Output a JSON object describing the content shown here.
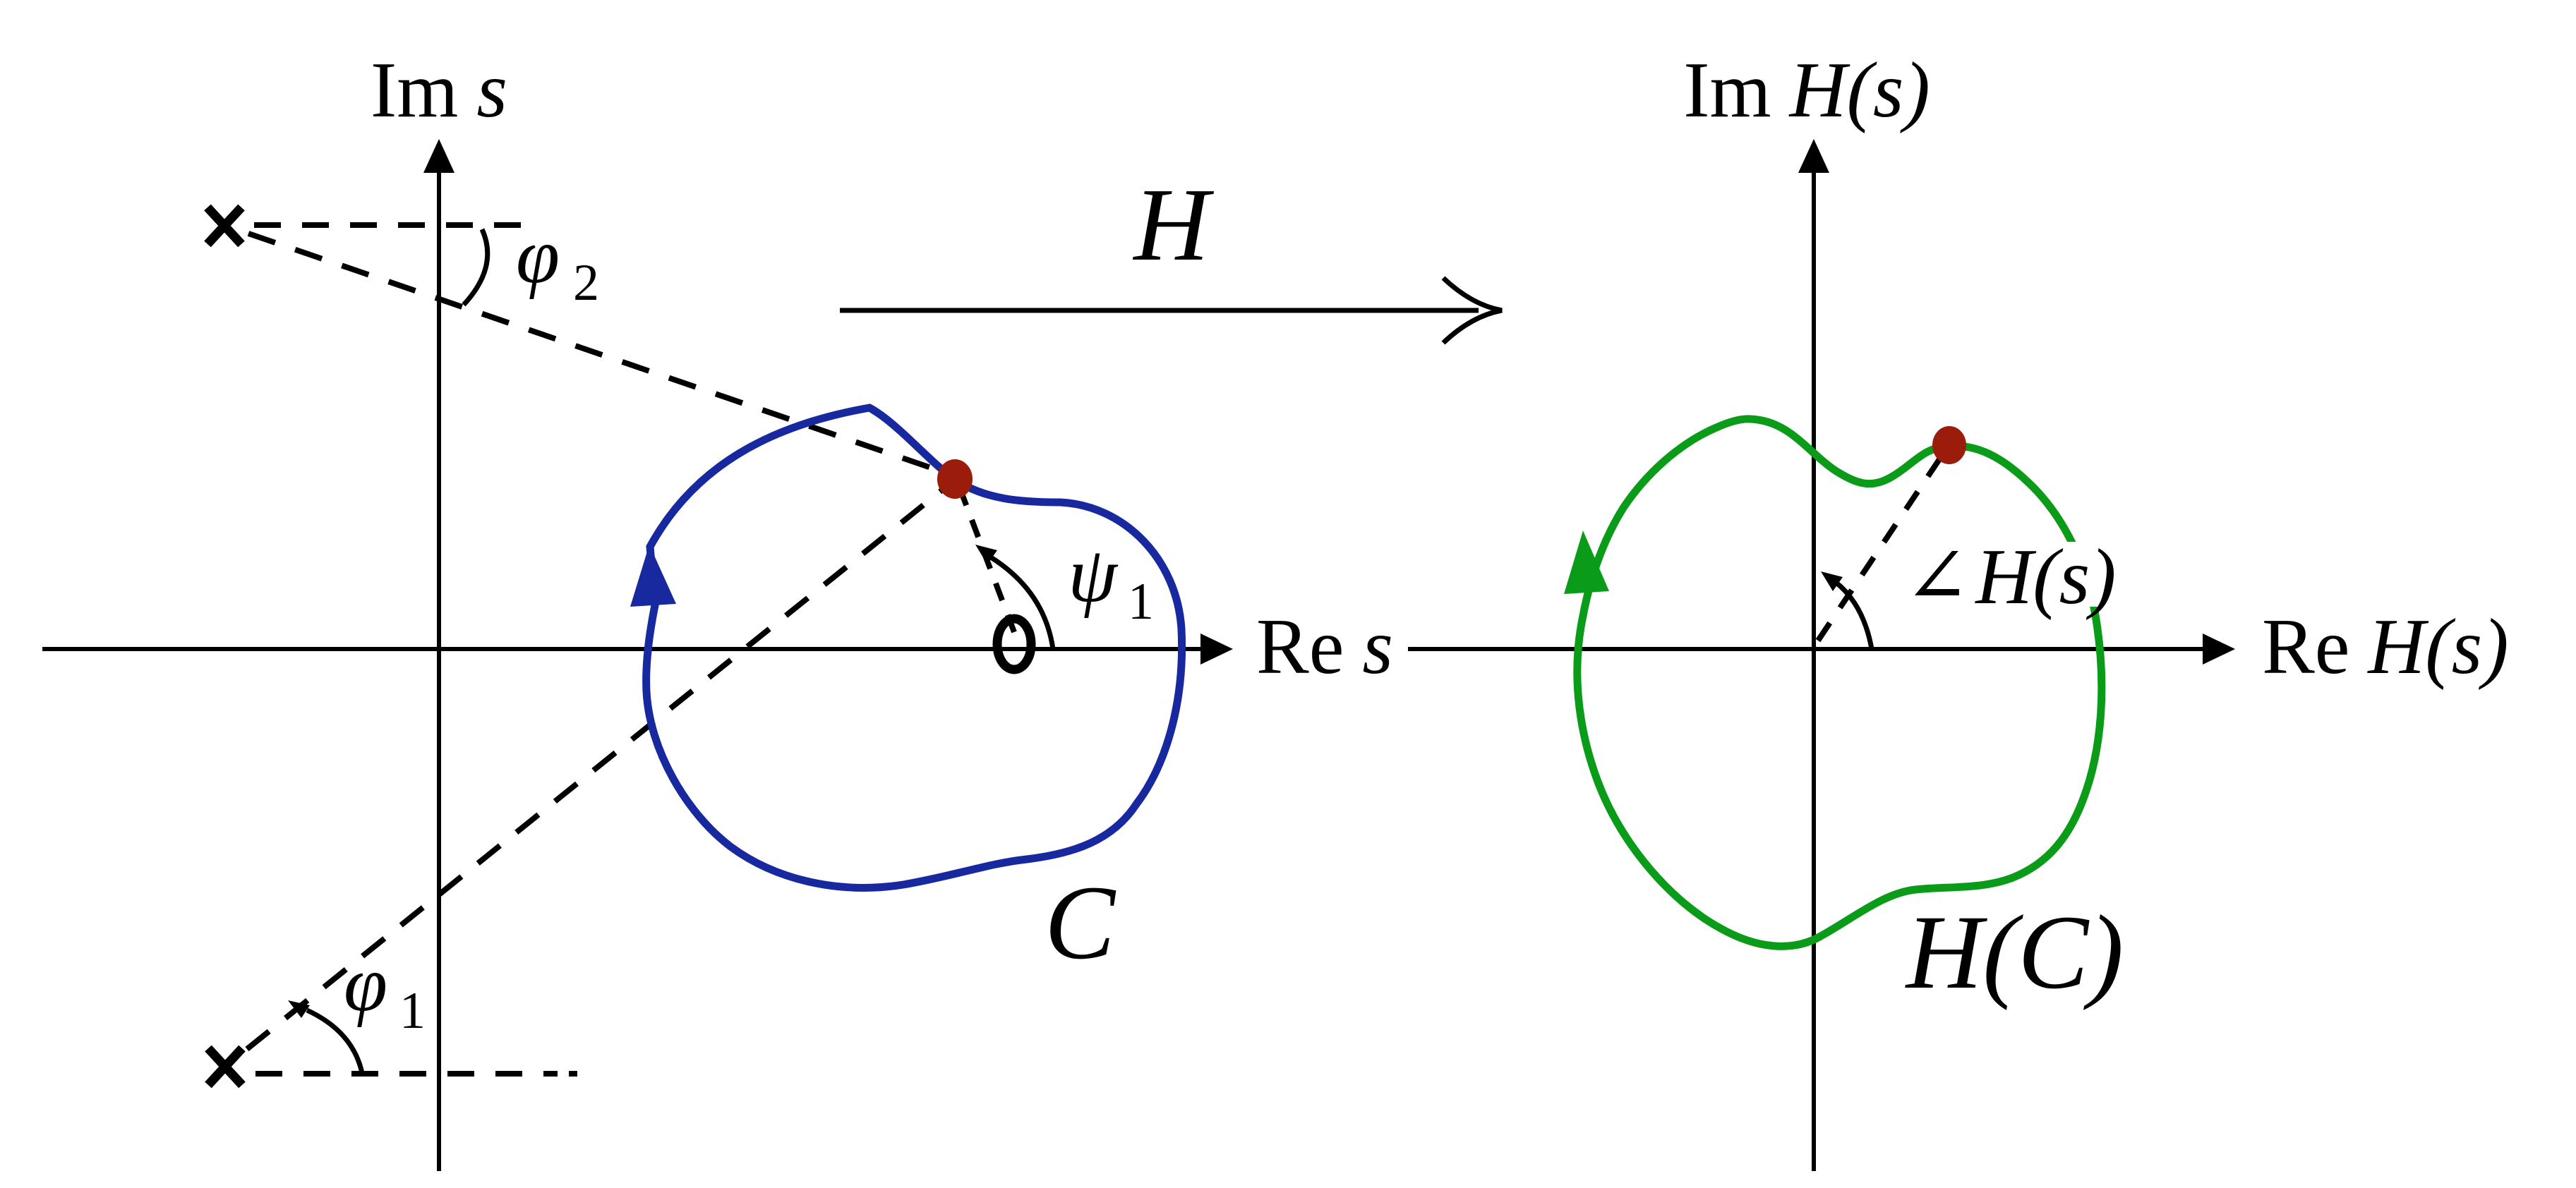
{
  "figure": {
    "title_semantics": "argument principle mapping of contour C in s-plane to H(C) in H(s)-plane",
    "left_plane": {
      "axis_vertical_label": {
        "prefix": "Im",
        "var": "s"
      },
      "axis_horizontal_label": {
        "prefix": "Re",
        "var": "s"
      },
      "pole_upper_marker": "x",
      "pole_lower_marker": "x",
      "zero_marker": "o",
      "contour_label": "C",
      "angle_psi1": {
        "base": "ψ",
        "sub": "1"
      },
      "angle_phi2": {
        "base": "φ",
        "sub": "2"
      },
      "angle_phi1": {
        "base": "φ",
        "sub": "1"
      }
    },
    "map": {
      "label": "H"
    },
    "right_plane": {
      "axis_vertical_label": {
        "prefix": "Im",
        "var": "H(s)"
      },
      "axis_horizontal_label": {
        "prefix": "Re",
        "var": "H(s)"
      },
      "contour_label": "H(C)",
      "angle_label": {
        "sym": "∠",
        "var": "H(s)"
      }
    },
    "colors": {
      "contour_c": "#18299f",
      "contour_hc": "#0a9c18",
      "sample_point": "#9c1c0b",
      "ink": "#000000",
      "background": "#ffffff"
    }
  }
}
